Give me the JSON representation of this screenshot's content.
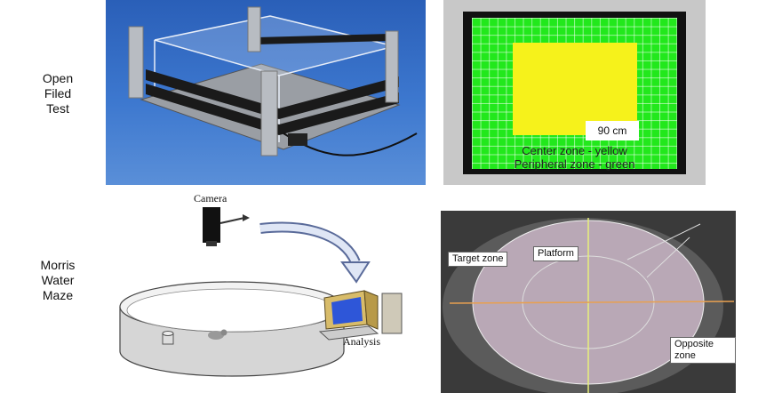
{
  "open_field": {
    "label_lines": [
      "Open",
      "Filed",
      "Test"
    ],
    "distance_label": "90 cm",
    "center_zone_text": "Center zone - yellow",
    "peripheral_zone_text": "Peripheral zone - green",
    "colors": {
      "center": "#f6f21b",
      "peripheral": "#22e81c"
    }
  },
  "water_maze": {
    "label_lines": [
      "Morris",
      "Water",
      "Maze"
    ],
    "camera_label": "Camera",
    "analysis_label": "Analysis",
    "callouts": {
      "target_zone": "Target zone",
      "platform": "Platform",
      "opposite_zone": "Opposite zone"
    }
  }
}
